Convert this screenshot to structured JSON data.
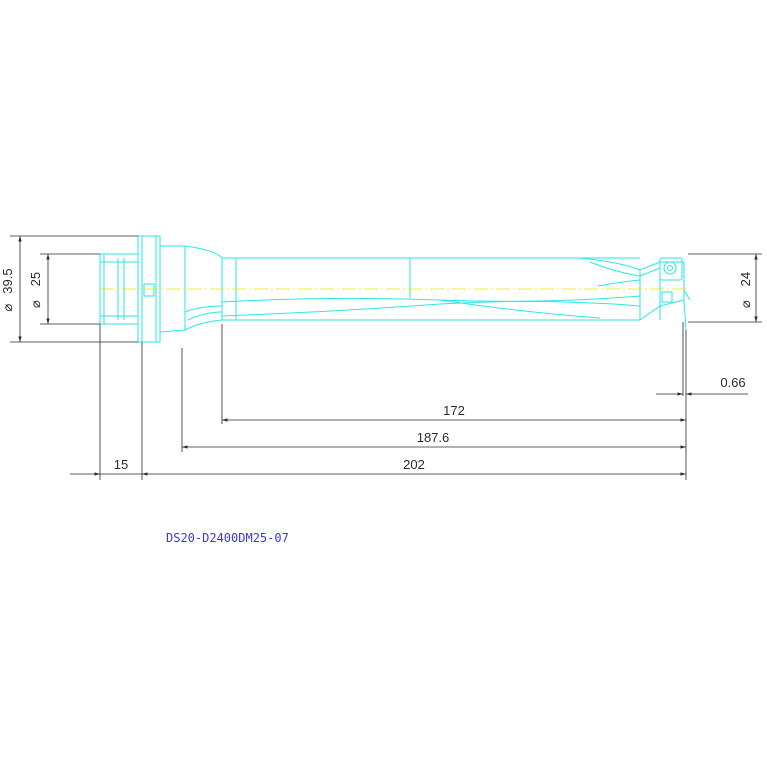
{
  "drawing": {
    "part_code": "DS20-D2400DM25-07",
    "dimensions": {
      "dia_symbol": "⌀",
      "flange_dia": "39.5",
      "shank_dia": "25",
      "cut_dia": "24",
      "tip_offset": "0.66",
      "flute_length": "172",
      "body_length": "187.6",
      "overall_length": "202",
      "shank_length": "15"
    },
    "colors": {
      "outline": "#2ee6e6",
      "centerline": "#e6e600",
      "dimension": "#2b2b2b",
      "code_text": "#3b3bd6"
    }
  }
}
